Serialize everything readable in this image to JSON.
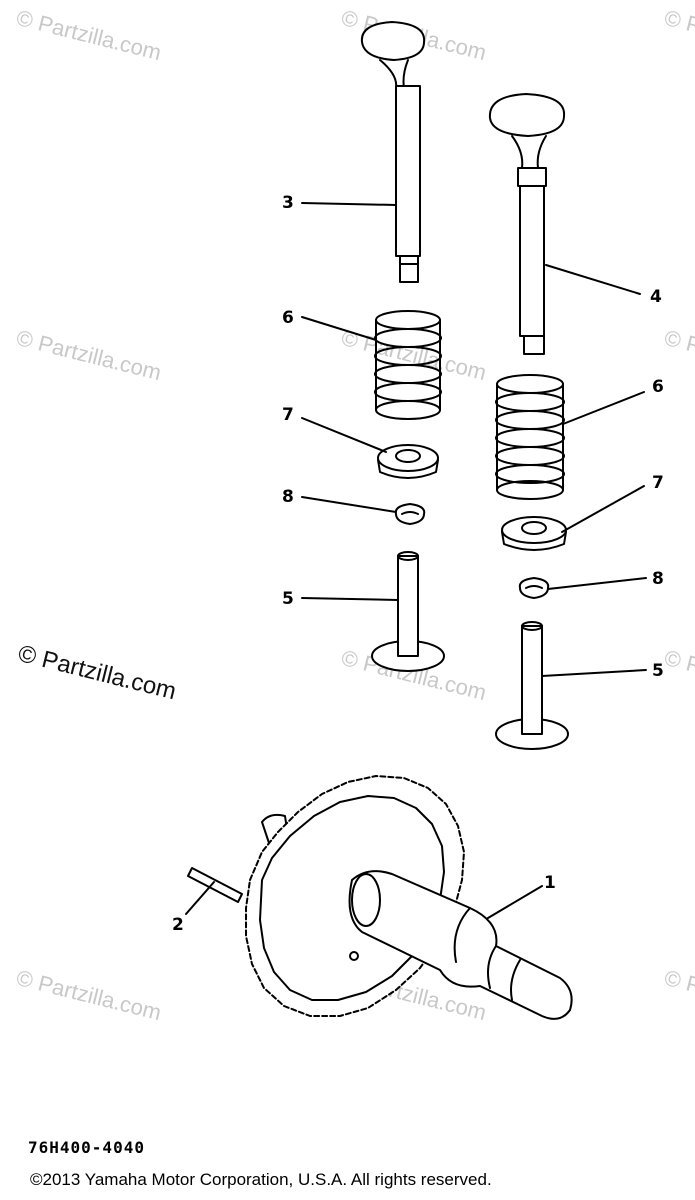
{
  "watermark": {
    "text": "© Partzilla.com"
  },
  "callouts": {
    "c1": "1",
    "c2": "2",
    "c3": "3",
    "c4": "4",
    "c5a": "5",
    "c5b": "5",
    "c6a": "6",
    "c6b": "6",
    "c7a": "7",
    "c7b": "7",
    "c8a": "8",
    "c8b": "8"
  },
  "diagram_code": "76H400-4040",
  "copyright": "©2013 Yamaha Motor Corporation, U.S.A. All rights reserved."
}
